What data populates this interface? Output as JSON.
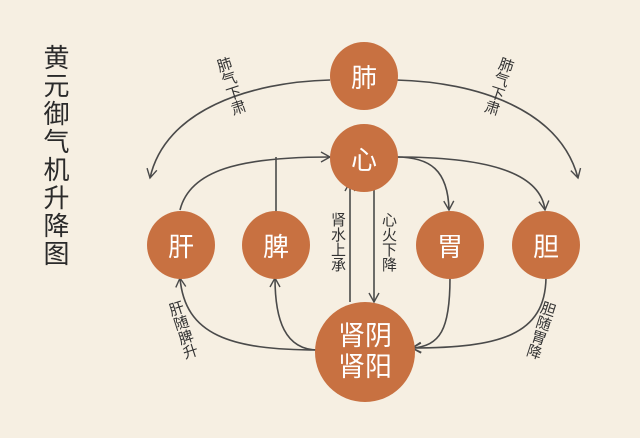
{
  "title": "黄元御气机升降图",
  "nodes": {
    "fei": "肺",
    "xin": "心",
    "gan": "肝",
    "pi": "脾",
    "wei": "胃",
    "dan": "胆",
    "shen_yin": "肾",
    "shen_yang": "肾",
    "yin": "阴",
    "yang": "阳"
  },
  "labels": {
    "fei_qi_left": "肺气下肃",
    "fei_qi_right": "肺气下肃",
    "shen_shui": "肾水上承",
    "xin_huo": "心火下降",
    "gan_sui": "肝随脾升",
    "dan_sui": "胆随胃降"
  },
  "colors": {
    "node_fill": "#c87141",
    "line": "#4a4a4a",
    "background": "#f6efe2"
  }
}
